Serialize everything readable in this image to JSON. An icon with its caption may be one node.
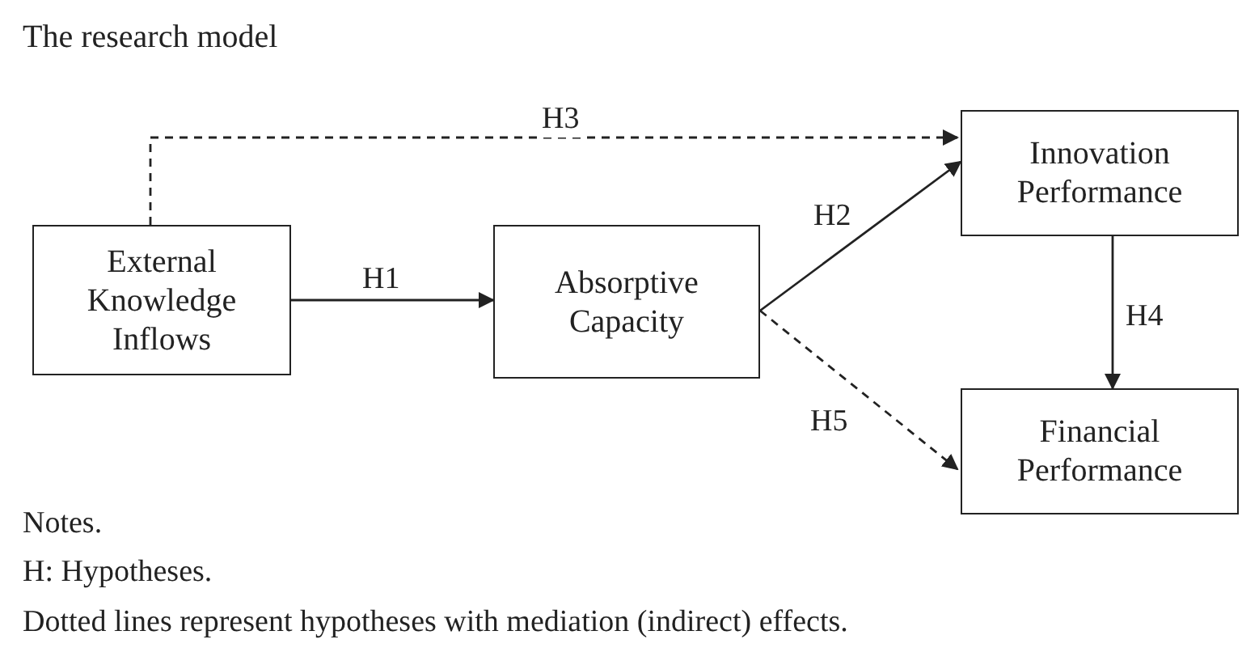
{
  "diagram": {
    "title": "The research model",
    "nodes": [
      {
        "text": [
          "External Knowledge Inflows"
        ]
      },
      {
        "text": [
          "Absorptive Capacity"
        ]
      },
      {
        "text": [
          "Innovation Performance"
        ]
      },
      {
        "text": [
          "Financial Performance"
        ]
      }
    ],
    "edges": [
      {
        "from": 0,
        "to": 1,
        "arrow": "to",
        "label": "H1"
      },
      {
        "from": 0,
        "to": 2,
        "arrow": "to",
        "label": "H3",
        "style": "dashed"
      },
      {
        "from": 1,
        "to": 2,
        "arrow": "to",
        "label": "H2"
      },
      {
        "from": 2,
        "to": 3,
        "arrow": "to",
        "label": "H4"
      },
      {
        "from": 1,
        "to": 3,
        "arrow": "to",
        "label": "H5",
        "style": "dashed"
      }
    ],
    "labels": [
      "Notes.",
      "H: Hypotheses.",
      "Dotted lines represent hypotheses with mediation (indirect) effects."
    ]
  }
}
